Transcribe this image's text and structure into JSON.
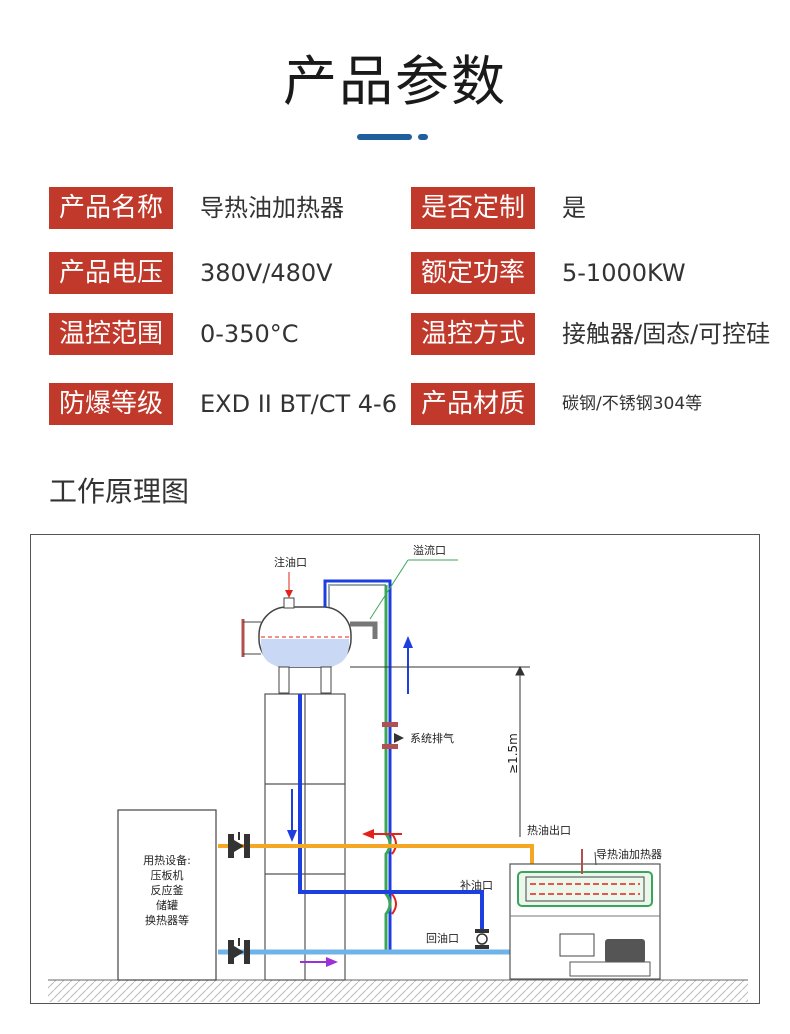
{
  "page": {
    "title": "产品参数",
    "accent_color": "#1f5f9e",
    "label_color": "#c0392b"
  },
  "params": [
    {
      "label": "产品名称",
      "value": "导热油加热器"
    },
    {
      "label": "是否定制",
      "value": "是"
    },
    {
      "label": "产品电压",
      "value": "380V/480V"
    },
    {
      "label": "额定功率",
      "value": "5-1000KW"
    },
    {
      "label": "温控范围",
      "value": "0-350°C"
    },
    {
      "label": "温控方式",
      "value": "接触器/固态/可控硅"
    },
    {
      "label": "防爆等级",
      "value": "EXD II BT/CT 4-6"
    },
    {
      "label": "产品材质",
      "value": "碳钢/不锈钢304等"
    }
  ],
  "section": {
    "title": "工作原理图"
  },
  "diagram": {
    "labels": {
      "fill_port": "注油口",
      "overflow_port": "溢流口",
      "system_vent": "系统排气",
      "height": "≥1.5m",
      "hot_oil_outlet": "热油出口",
      "heater": "导热油加热器",
      "makeup_port": "补油口",
      "return_port": "回油口"
    },
    "equipment_lines": [
      "用热设备:",
      "压板机",
      "反应釜",
      "储罐",
      "换热器等"
    ],
    "colors": {
      "hot": "#f5a623",
      "cold": "#6fb3e8",
      "makeup": "#1d3fe0",
      "flow_red": "#e2231a",
      "flow_purple": "#9b30d9",
      "flow_blue": "#1d3fe0"
    }
  }
}
